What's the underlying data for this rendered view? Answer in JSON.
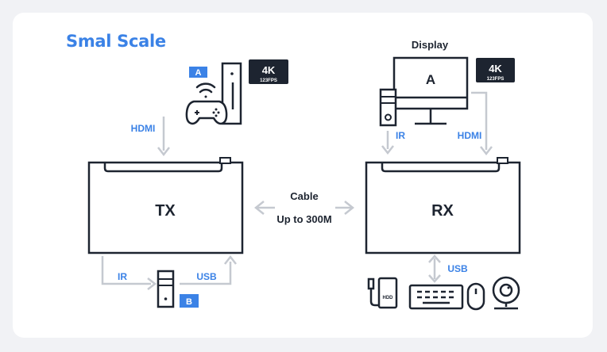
{
  "title": "Smal Scale",
  "display_label": "Display",
  "boxes": {
    "tx": "TX",
    "rx": "RX"
  },
  "badges": {
    "left": {
      "res": "4K",
      "fps": "123FPS"
    },
    "right": {
      "res": "4K",
      "fps": "123FPS"
    }
  },
  "tags": {
    "a_left": "A",
    "b": "B",
    "monitor": "A",
    "hdd": "HDD"
  },
  "link": {
    "line1": "Cable",
    "line2": "Up to 300M"
  },
  "labels": {
    "hdmi_left": "HDMI",
    "hdmi_right": "HDMI",
    "ir_rx": "IR",
    "ir_tx": "IR",
    "usb_tx": "USB",
    "usb_rx": "USB"
  },
  "colors": {
    "accent": "#3b82e6",
    "stroke": "#1d2430",
    "arrow": "#c5c9d0",
    "background": "#f1f2f5"
  }
}
